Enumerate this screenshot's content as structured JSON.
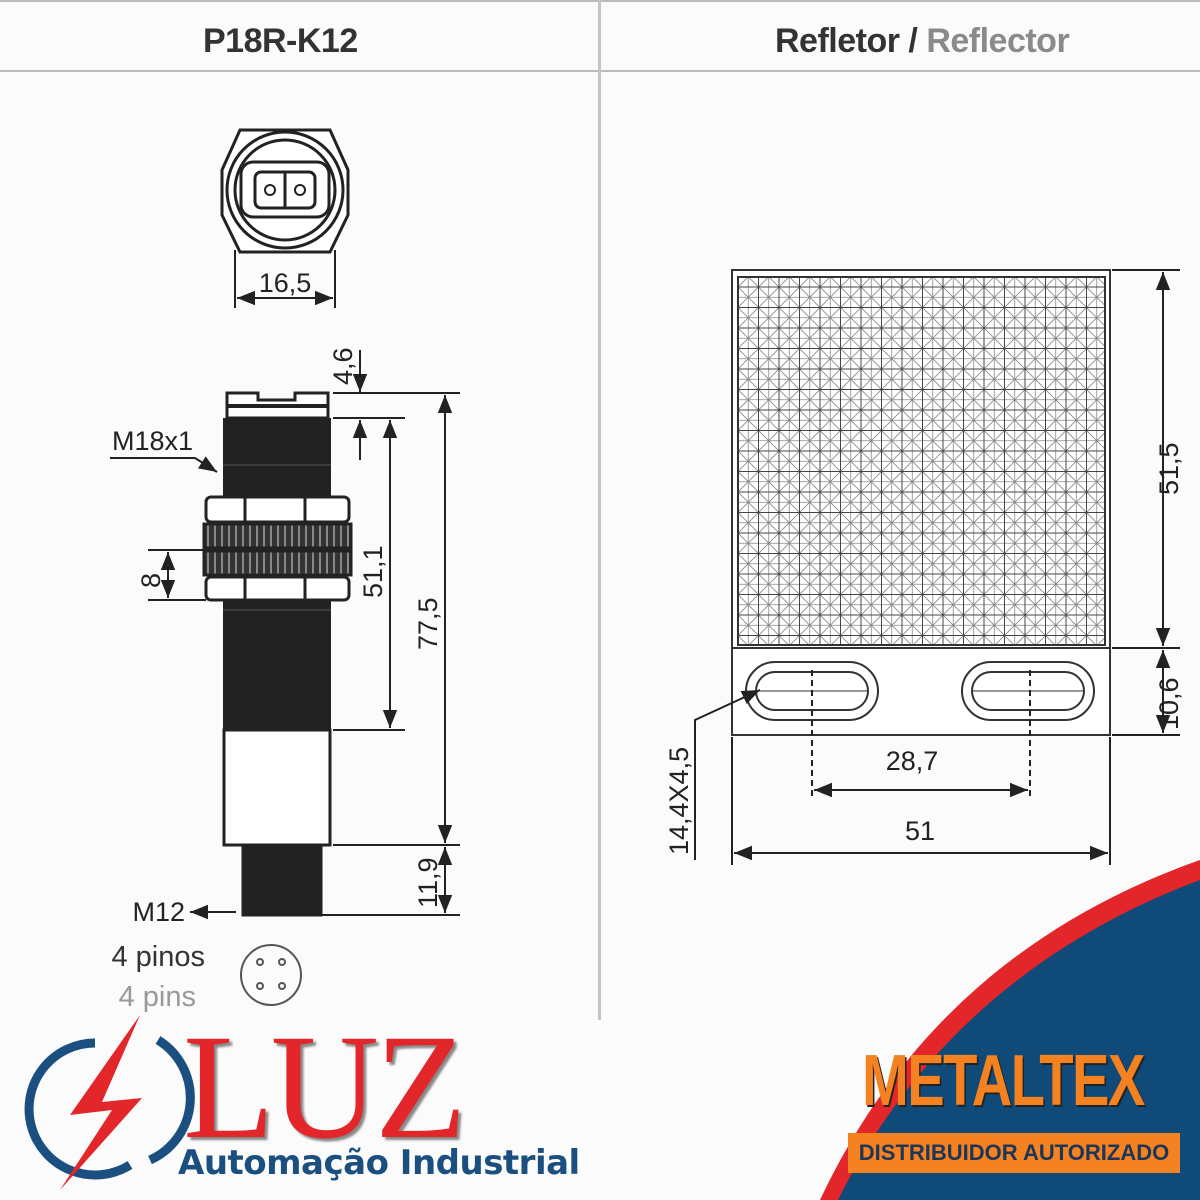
{
  "header": {
    "left_title": "P18R-K12",
    "right_title_pt": "Refletor",
    "right_title_sep": " / ",
    "right_title_en": "Reflector"
  },
  "sensor_drawing": {
    "front_width": "16,5",
    "top_offset": "4,6",
    "thread_label": "M18x1",
    "nut_height": "8",
    "thread_length": "51,1",
    "total_length": "77,5",
    "connector_length": "11,9",
    "connector_label": "M12",
    "pins_pt": "4 pinos",
    "pins_en": "4 pins"
  },
  "reflector_drawing": {
    "height": "51,5",
    "base_height": "10,6",
    "slot_spacing": "28,7",
    "width": "51",
    "slot_size": "14,4X4,5"
  },
  "branding": {
    "luz_logo": "LUZ",
    "luz_subtitle": "Automação Industrial",
    "metaltex_logo": "METALTEX",
    "metaltex_tagline": "DISTRIBUIDOR AUTORIZADO",
    "colors": {
      "red": "#e2262a",
      "blue": "#0f4a78",
      "orange": "#f58220"
    }
  }
}
